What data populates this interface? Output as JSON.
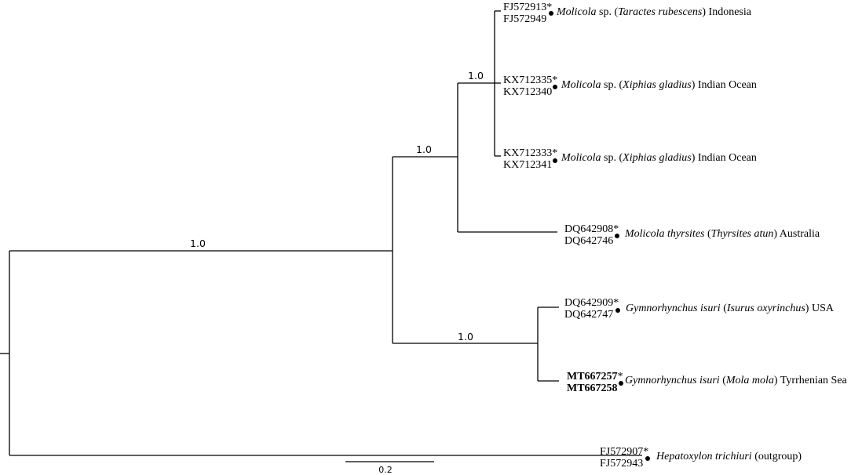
{
  "support_labels": [
    "1.0",
    "1.0",
    "1.0",
    "1.0",
    "1.0"
  ],
  "scale_bar": {
    "label": "0.2"
  },
  "markers": {
    "asterisk": "*",
    "dot": "●"
  },
  "leaves": [
    {
      "acc_star": "FJ572913",
      "acc_dot": "FJ572949",
      "bold": false,
      "taxon": [
        {
          "t": "Molicola",
          "i": true
        },
        {
          "t": " sp. (",
          "i": false
        },
        {
          "t": "Taractes rubescens",
          "i": true
        },
        {
          "t": ") Indonesia",
          "i": false
        }
      ]
    },
    {
      "acc_star": "KX712335",
      "acc_dot": "KX712340",
      "bold": false,
      "taxon": [
        {
          "t": "Molicola",
          "i": true
        },
        {
          "t": " sp. (",
          "i": false
        },
        {
          "t": "Xiphias gladius",
          "i": true
        },
        {
          "t": ") Indian Ocean",
          "i": false
        }
      ]
    },
    {
      "acc_star": "KX712333",
      "acc_dot": "KX712341",
      "bold": false,
      "taxon": [
        {
          "t": "Molicola",
          "i": true
        },
        {
          "t": " sp. (",
          "i": false
        },
        {
          "t": "Xiphias gladius",
          "i": true
        },
        {
          "t": ") Indian Ocean",
          "i": false
        }
      ]
    },
    {
      "acc_star": "DQ642908",
      "acc_dot": "DQ642746",
      "bold": false,
      "taxon": [
        {
          "t": "Molicola thyrsites",
          "i": true
        },
        {
          "t": " (",
          "i": false
        },
        {
          "t": "Thyrsites atun",
          "i": true
        },
        {
          "t": ") Australia",
          "i": false
        }
      ]
    },
    {
      "acc_star": "DQ642909",
      "acc_dot": "DQ642747",
      "bold": false,
      "taxon": [
        {
          "t": "Gymnorhynchus isuri",
          "i": true
        },
        {
          "t": " (",
          "i": false
        },
        {
          "t": "Isurus oxyrinchus",
          "i": true
        },
        {
          "t": ") USA",
          "i": false
        }
      ]
    },
    {
      "acc_star": "MT667257",
      "acc_dot": "MT667258",
      "bold": true,
      "taxon": [
        {
          "t": "Gymnorhynchus isuri",
          "i": true
        },
        {
          "t": " (",
          "i": false
        },
        {
          "t": "Mola mola",
          "i": true
        },
        {
          "t": ") Tyrrhenian Sea",
          "i": false
        }
      ]
    },
    {
      "acc_star": "FJ572907",
      "acc_dot": "FJ572943",
      "bold": false,
      "taxon": [
        {
          "t": "Hepatoxylon trichiuri",
          "i": true
        },
        {
          "t": " (outgroup)",
          "i": false
        }
      ]
    }
  ]
}
